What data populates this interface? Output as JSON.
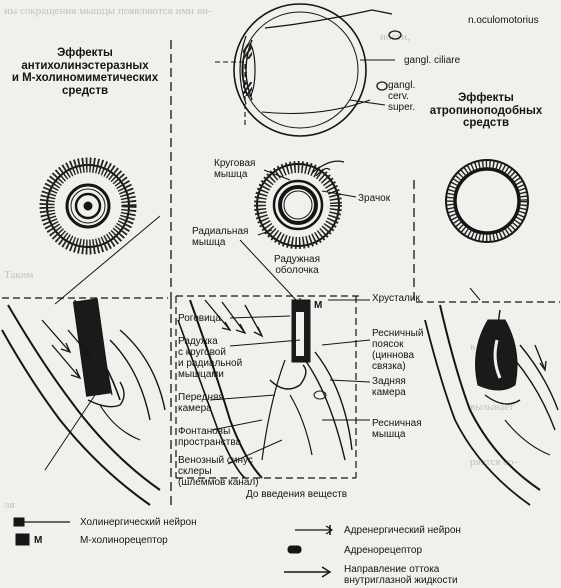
{
  "headers": {
    "left": [
      "Эффекты",
      "антихолинэстеразных",
      "и М-холиномиметических",
      "средств"
    ],
    "right": [
      "Эффекты",
      "атропиноподобных",
      "средств"
    ]
  },
  "nerves": {
    "oculomotorius": "n.oculomotorius",
    "ciliare": "gangl. ciliare",
    "cerv": [
      "gangl.",
      "cerv.",
      "super."
    ]
  },
  "middle_labels": {
    "krugovaya": [
      "Круговая",
      "мышца"
    ],
    "zrachok": "Зрачок",
    "radialnaya": [
      "Радиальная",
      "мышца"
    ],
    "raduzhnaya": [
      "Радужная",
      "оболочка"
    ]
  },
  "lower_left": {
    "rogovitsa": "Роговица",
    "raduzhka": [
      "Радужка",
      "с круговой",
      "и радиальной",
      "мышцами"
    ],
    "perednyaya": [
      "Передняя",
      "камера"
    ],
    "fontanovy": [
      "Фонтановы",
      "пространства"
    ],
    "venozny": [
      "Венозный синус",
      "склеры",
      "(шлеммов канал)"
    ]
  },
  "lower_right": {
    "m_label": "M",
    "khrustalik": "Хрусталик",
    "poyasok": [
      "Ресничный",
      "поясок",
      "(циннова",
      "связка)"
    ],
    "zadnyaya": [
      "Задняя",
      "камера"
    ],
    "resnichnaya": [
      "Ресничная",
      "мышца"
    ]
  },
  "caption": "До введения веществ",
  "legend": {
    "holinergic": "Холинергический нейрон",
    "m_holino": "М-холинорецептор",
    "m_symbol": "M",
    "adrenergic": "Адренергический нейрон",
    "adrenoreceptor": "Адренорецептор",
    "outflow": [
      "Направление оттока",
      "внутриглазной жидкости"
    ]
  },
  "colors": {
    "ink": "#151515",
    "paper": "#f1f0ec"
  }
}
